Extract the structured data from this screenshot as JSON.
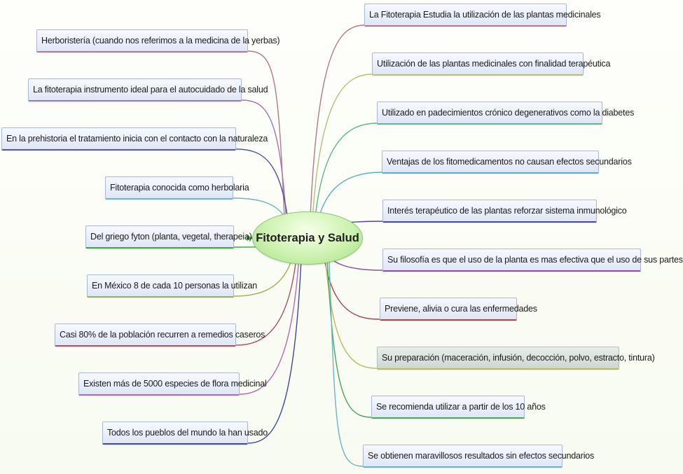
{
  "center": {
    "title": "Fitoterapia y Salud"
  },
  "left_topics": [
    {
      "text": "Herboristería (cuando nos referimos a la medicina de la yerbas)",
      "color": "#b87a86"
    },
    {
      "text": "La fitoterapia instrumento ideal para el autocuidado de la salud",
      "color": "#a673b5"
    },
    {
      "text": "En la prehistoria el tratamiento  inicia con el contacto con la naturaleza",
      "color": "#5458a8"
    },
    {
      "text": "Fitoterapia conocida como herbolaria",
      "color": "#6db7c4"
    },
    {
      "text": "Del griego fyton (planta, vegetal, therapeia)",
      "color": "#3fa33f"
    },
    {
      "text": "En México 8 de cada 10 personas la utilizan",
      "color": "#9bb254"
    },
    {
      "text": "Casi 80% de la población recurren a remedios caseros",
      "color": "#b0525e"
    },
    {
      "text": "Existen más de 5000 especies de flora medicinal",
      "color": "#b46bb6"
    },
    {
      "text": "Todos los pueblos del mundo la han usado",
      "color": "#3d4aa0"
    }
  ],
  "right_topics": [
    {
      "text": "La Fitoterapia Estudia la utilización de las plantas medicinales",
      "color": "#b37b86"
    },
    {
      "text": "Utilización de las plantas medicinales con finalidad terapéutica",
      "color": "#b8c07a"
    },
    {
      "text": "Utilizado en padecimientos crónico degenerativos como la diabetes",
      "color": "#5fb58c"
    },
    {
      "text": "Ventajas de los fitomedicamentos no causan efectos secundarios",
      "color": "#5ab0c2"
    },
    {
      "text": "Interés terapéutico de las plantas reforzar sistema inmunológico",
      "color": "#464aa2"
    },
    {
      "text": "Su filosofía es que el uso de la planta es mas efectiva que el uso de sus partes",
      "color": "#8e4ea3"
    },
    {
      "text": "Previene, alivia o cura las enfermedades",
      "color": "#a8424f"
    },
    {
      "text": "Su preparación (maceración, infusión, decocción, polvo, estracto, tintura)",
      "color": "#b9bc58",
      "selected": true
    },
    {
      "text": "Se recomienda utilizar a partir de los 10 años",
      "color": "#4aa85a"
    },
    {
      "text": "Se obtienen maravillosos resultados sin efectos secundarios",
      "color": "#6ab6c4"
    }
  ]
}
